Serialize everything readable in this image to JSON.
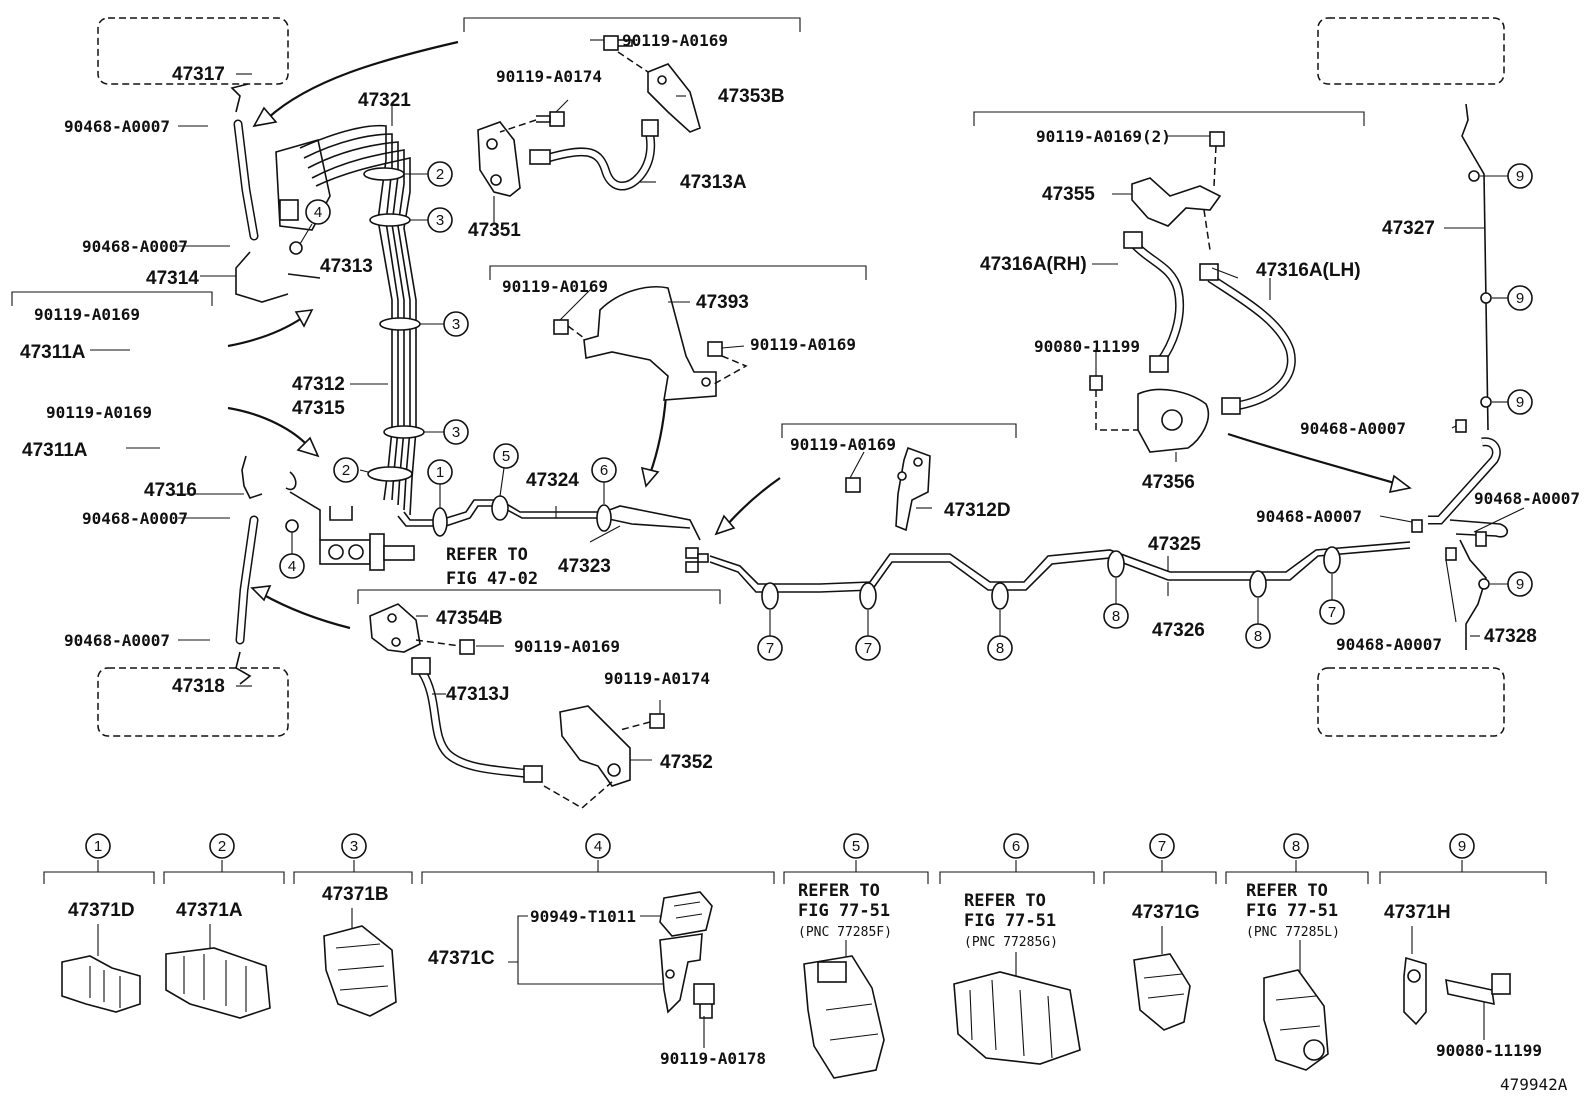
{
  "labels": {
    "p47317": "47317",
    "p47321": "47321",
    "p90468_a": "90468-A0007",
    "p90468_b": "90468-A0007",
    "p47314": "47314",
    "p47313": "47313",
    "p90119_tl": "90119-A0169",
    "p47311A_1": "47311A",
    "p90119_l2": "90119-A0169",
    "p47311A_2": "47311A",
    "p47316": "47316",
    "p90468_c": "90468-A0007",
    "p90468_d": "90468-A0007",
    "p47318": "47318",
    "p47312": "47312",
    "p47315": "47315",
    "p90119_top": "90119-A0169",
    "p90119_a0174": "90119-A0174",
    "p47353B": "47353B",
    "p47313A": "47313A",
    "p47351": "47351",
    "p90119_m1": "90119-A0169",
    "p47393": "47393",
    "p90119_m2": "90119-A0169",
    "p47324": "47324",
    "p47323": "47323",
    "p_refer1": "REFER TO",
    "p_fig1": "FIG 47-02",
    "p47354B": "47354B",
    "p90119_m3": "90119-A0169",
    "p47313J": "47313J",
    "p90119_a0174b": "90119-A0174",
    "p47352": "47352",
    "p90119_r1": "90119-A0169",
    "p47312D": "47312D",
    "p90119_r2": "90119-A0169(2)",
    "p47355": "47355",
    "p47316A_rh": "47316A(RH)",
    "p47316A_lh": "47316A(LH)",
    "p90080": "90080-11199",
    "p47356": "47356",
    "p47325": "47325",
    "p47326": "47326",
    "p47327": "47327",
    "p90468_r1": "90468-A0007",
    "p90468_r2": "90468-A0007",
    "p90468_r3": "90468-A0007",
    "p90468_r4": "90468-A0007",
    "p47328": "47328",
    "drawing_id": "479942A"
  },
  "callouts": [
    "1",
    "2",
    "3",
    "4",
    "5",
    "6",
    "7",
    "8",
    "9"
  ],
  "legend": [
    {
      "num": "1",
      "part": "47371D"
    },
    {
      "num": "2",
      "part": "47371A"
    },
    {
      "num": "3",
      "part": "47371B"
    },
    {
      "num": "4",
      "part": "47371C",
      "sub1": "90949-T1011",
      "sub2": "90119-A0178"
    },
    {
      "num": "5",
      "ref1": "REFER TO",
      "ref2": "FIG 77-51",
      "ref3": "(PNC 77285F)"
    },
    {
      "num": "6",
      "ref1": "REFER TO",
      "ref2": "FIG 77-51",
      "ref3": "(PNC 77285G)"
    },
    {
      "num": "7",
      "part": "47371G"
    },
    {
      "num": "8",
      "ref1": "REFER TO",
      "ref2": "FIG 77-51",
      "ref3": "(PNC 77285L)"
    },
    {
      "num": "9",
      "part": "47371H",
      "sub2": "90080-11199"
    }
  ]
}
